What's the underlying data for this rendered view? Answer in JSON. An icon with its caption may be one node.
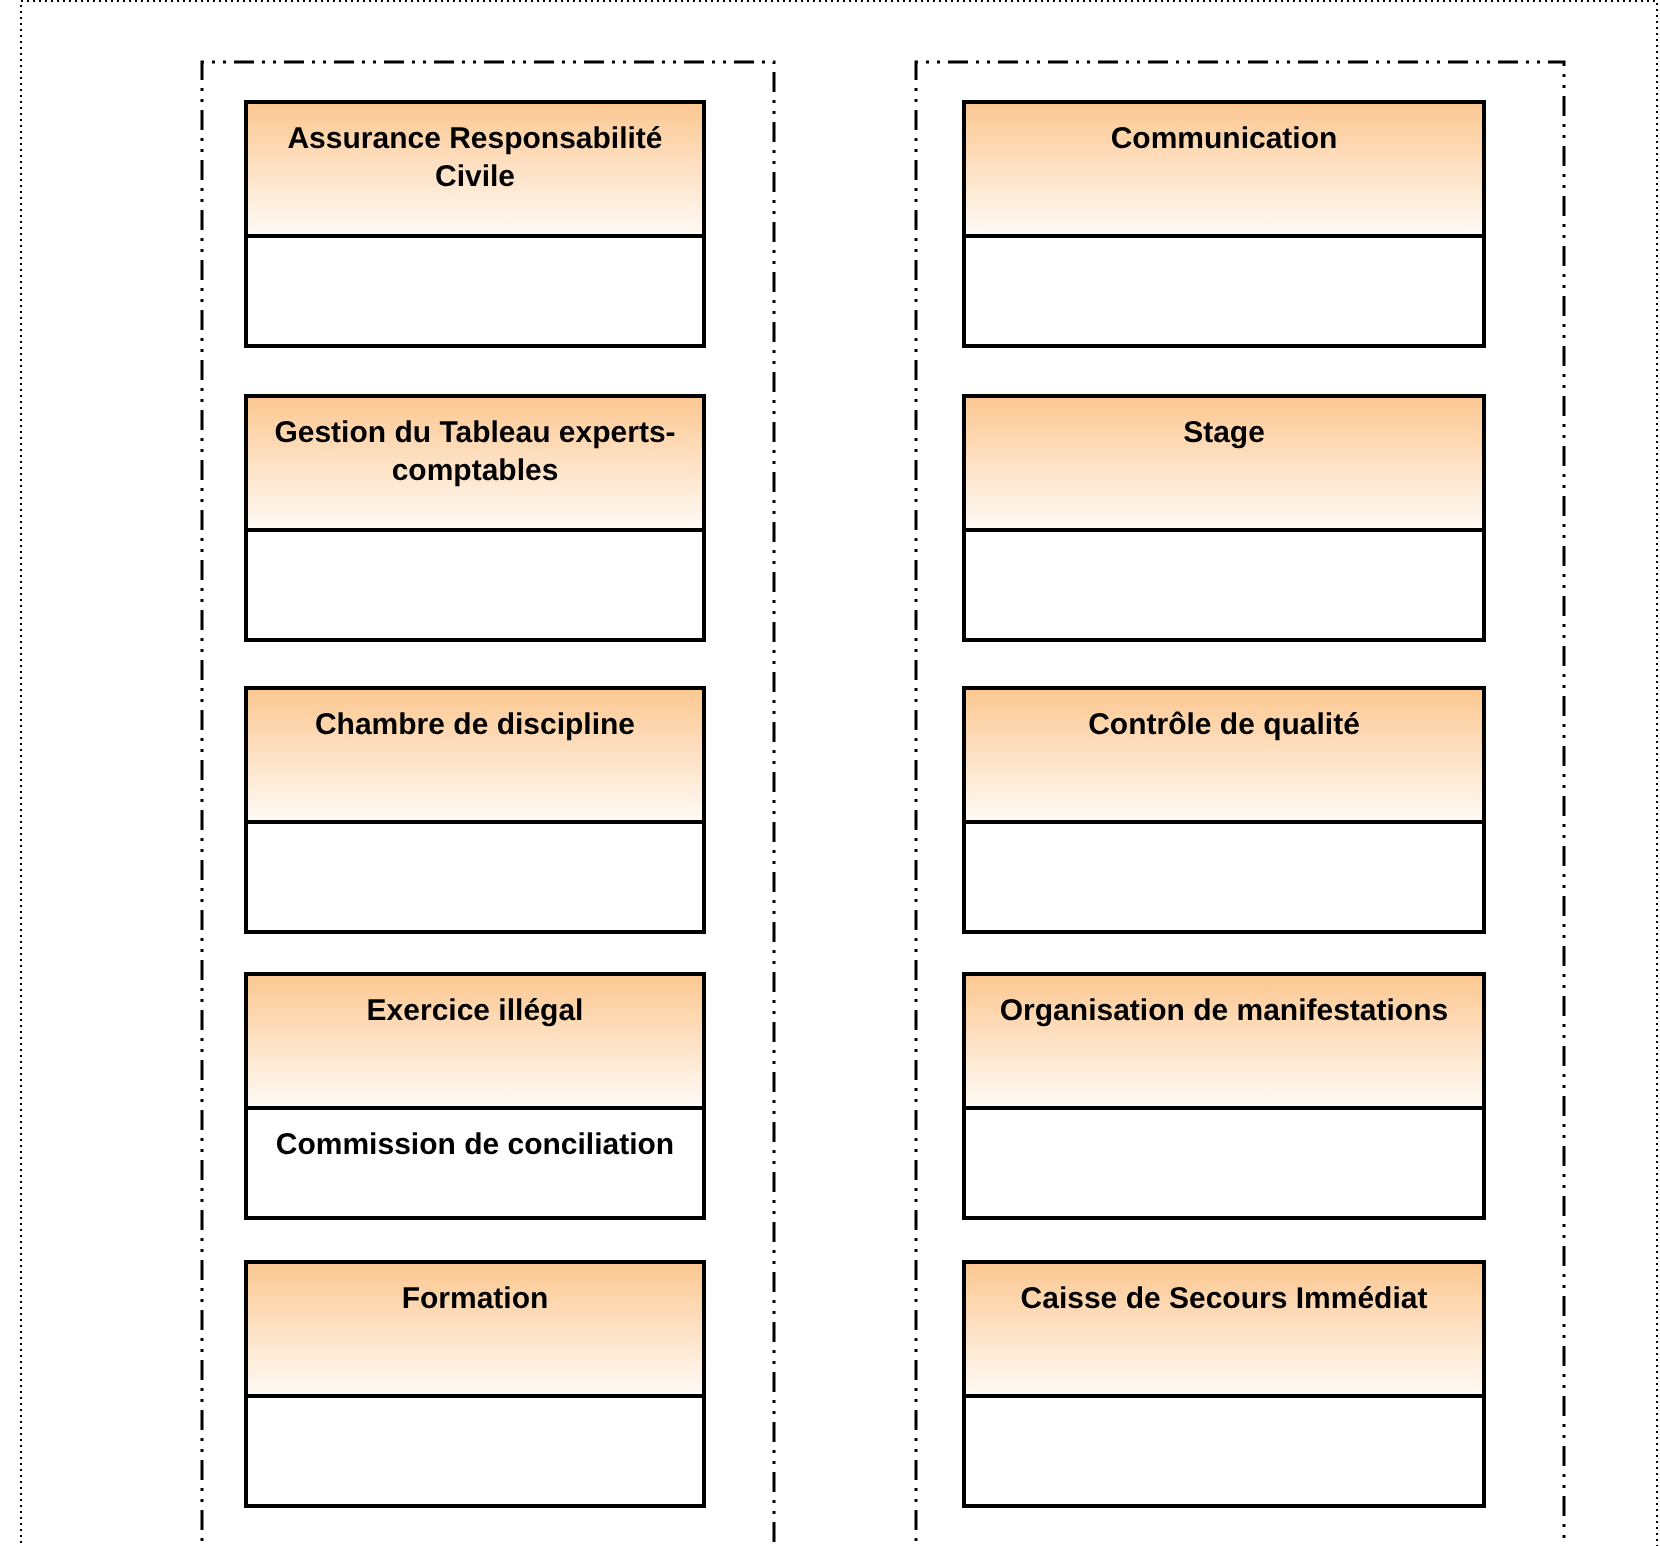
{
  "diagram": {
    "nodes": [
      {
        "text": [],
        "shape": "box"
      },
      {
        "text": [],
        "shape": "box"
      },
      {
        "text": [
          "Assurance Responsabilité Civile"
        ],
        "in": 0
      },
      {
        "text": [
          "Gestion du Tableau experts-comptables"
        ],
        "in": 0
      },
      {
        "text": [
          "Chambre de discipline"
        ],
        "in": 0
      },
      {
        "text": [
          "Exercice illégal",
          "Commission de conciliation"
        ],
        "in": 0
      },
      {
        "text": [
          "Formation"
        ],
        "in": 0
      },
      {
        "text": [
          "Communication"
        ],
        "in": 1
      },
      {
        "text": [
          "Stage"
        ],
        "in": 1
      },
      {
        "text": [
          "Contrôle de qualité"
        ],
        "in": 1
      },
      {
        "text": [
          "Organisation de manifestations"
        ],
        "in": 1
      },
      {
        "text": [
          "Caisse de Secours Immédiat"
        ],
        "in": 1
      }
    ]
  }
}
